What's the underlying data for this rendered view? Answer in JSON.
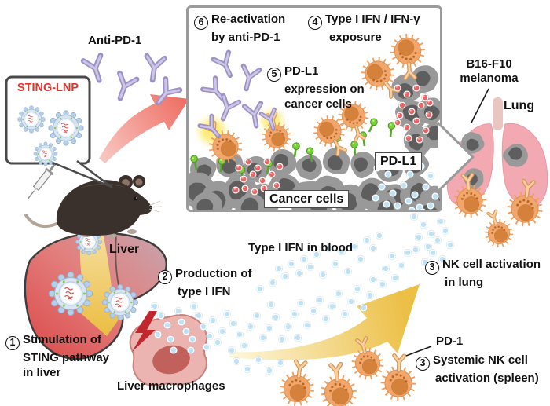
{
  "bubble": {
    "label": "STING-LNP"
  },
  "antibody": {
    "label": "Anti-PD-1"
  },
  "inset": {
    "step6": {
      "num": "6",
      "line1": "Re-activation",
      "line2": "by anti-PD-1"
    },
    "step4": {
      "num": "4",
      "line1": "Type I IFN / IFN-γ",
      "line2": "exposure"
    },
    "step5": {
      "num": "5",
      "line1": "PD-L1",
      "line2": "expression on",
      "line3": "cancer cells"
    },
    "pdl1_tag": "PD-L1",
    "cancer_tag": "Cancer cells"
  },
  "lung": {
    "tumor_line1": "B16-F10",
    "tumor_line2": "melanoma",
    "label": "Lung"
  },
  "liver": {
    "label": "Liver"
  },
  "steps": {
    "step1": {
      "num": "1",
      "line1": "Stimulation of",
      "line2": "STING pathway",
      "line3": "in liver"
    },
    "step2": {
      "num": "2",
      "line1": "Production of",
      "line2": "type I IFN"
    },
    "step3_lung": {
      "num": "3",
      "line1": "NK cell activation",
      "line2": "in lung"
    },
    "step3_spleen": {
      "num": "3",
      "line1": "Systemic NK cell",
      "line2": "activation (spleen)"
    }
  },
  "blood": {
    "label": "Type I IFN in blood"
  },
  "macrophages": {
    "label": "Liver macrophages"
  },
  "pd1": {
    "label": "PD-1"
  },
  "colors": {
    "sting_lnp_red": "#e3342c",
    "antibody_purple": "#9c92c6",
    "nk_orange": "#f1a76b",
    "cancer_gray": "#999999",
    "pdl1_green": "#79d135",
    "ifn_blue": "#bfe2f5",
    "ifng_red": "#ea6262",
    "arrow_yellow": "#ecbf45",
    "arrow_pink": "#ee6f64",
    "liver_red": "#db4848",
    "lung_pink": "#f3a9b1"
  }
}
